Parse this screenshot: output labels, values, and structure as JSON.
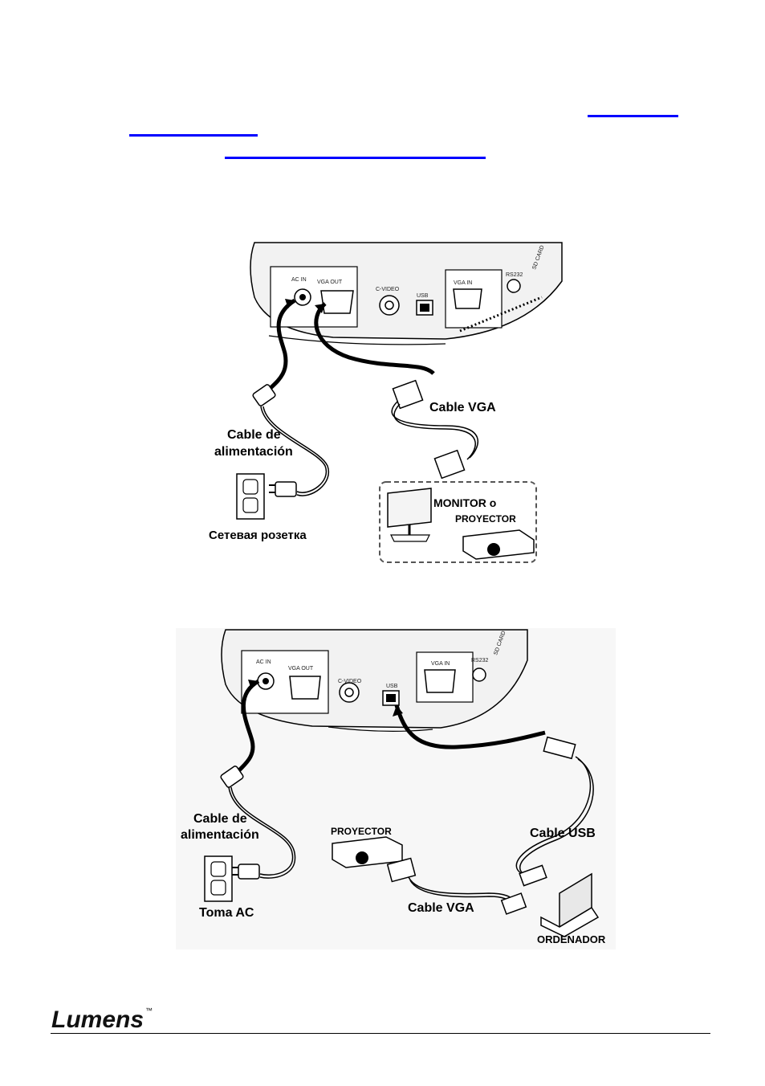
{
  "diagram1": {
    "ports": [
      "AC IN",
      "VGA OUT",
      "C-VIDEO",
      "USB",
      "VGA IN",
      "RS232",
      "SD CARD"
    ],
    "power_cable_label_line1": "Cable de",
    "power_cable_label_line2": "alimentación",
    "vga_cable_label": "Cable VGA",
    "outlet_label": "Сетевая розетка",
    "monitor_label": "MONITOR o",
    "projector_label": "PROYECTOR"
  },
  "diagram2": {
    "ports": [
      "AC IN",
      "VGA OUT",
      "C-VIDEO",
      "USB",
      "VGA IN",
      "RS232",
      "SD CARD"
    ],
    "power_cable_label_line1": "Cable de",
    "power_cable_label_line2": "alimentación",
    "usb_cable_label": "Cable USB",
    "projector_label": "PROYECTOR",
    "vga_cable_label": "Cable VGA",
    "outlet_label": "Toma AC",
    "computer_label": "ORDENADOR"
  },
  "footer": {
    "brand": "Lumens",
    "trademark": "™"
  }
}
